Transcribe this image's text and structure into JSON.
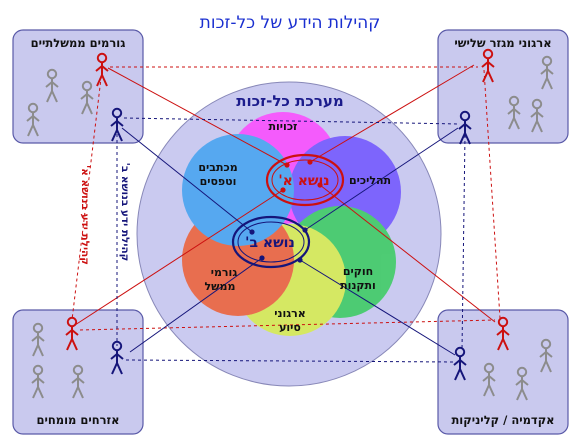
{
  "title": "קהילות הידע של כל-זכות",
  "system": {
    "label": "מערכת כל-זכות",
    "petals": {
      "rights": "זכויות",
      "processes": "תהליכים",
      "laws_line1": "חוקים",
      "laws_line2": "ותקנות",
      "aid_orgs_line1": "ארגוני",
      "aid_orgs_line2": "סיוע",
      "gov_line1": "גורמי",
      "gov_line2": "ממשל",
      "letters_line1": "מכתבים",
      "letters_line2": "וטפסים"
    },
    "topic_a": "נושא א'",
    "topic_b": "נושא ב'"
  },
  "corners": {
    "top_left": "גורמים ממשלתיים",
    "top_right": "ארגוני מגזר שלישי",
    "bottom_left": "אזרחים מומחים",
    "bottom_right": "אקדמיה / קליניקות"
  },
  "side_labels": {
    "community_a": "קהילת ידע בנושא א'",
    "community_b": "קהילת ידע בנושא ב'"
  },
  "colors": {
    "title": "#1a2fd0",
    "box_fill": "#c9c9ee",
    "box_stroke": "#5a5aa8",
    "big_circle": "#cacaf0",
    "petal_rights": "#ff40ff",
    "petal_processes": "#6a4cff",
    "petal_laws": "#2ecc55",
    "petal_aid": "#d8f040",
    "petal_gov": "#f05828",
    "petal_letters": "#3aa0f0",
    "community_a": "#cc1010",
    "community_b": "#15157a",
    "person_gray": "#8c8c8c"
  }
}
